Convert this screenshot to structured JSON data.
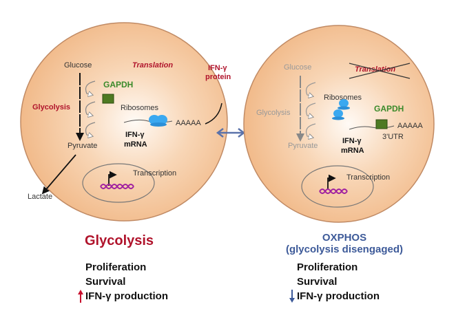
{
  "left_cell": {
    "glucose": "Glucose",
    "translation": "Translation",
    "ifn_protein_line1": "IFN-γ",
    "ifn_protein_line2": "protein",
    "gapdh": "GAPDH",
    "glycolysis": "Glycolysis",
    "ribosomes": "Ribosomes",
    "polya": "AAAAA",
    "mrna_line1": "IFN-γ",
    "mrna_line2": "mRNA",
    "pyruvate": "Pyruvate",
    "transcription": "Transcription",
    "lactate": "Lactate"
  },
  "right_cell": {
    "glucose": "Glucose",
    "translation": "Translation",
    "ribosomes": "Ribosomes",
    "gapdh": "GAPDH",
    "glycolysis": "Glycolysis",
    "polya": "AAAAA",
    "utr": "3'UTR",
    "mrna_line1": "IFN-γ",
    "mrna_line2": "mRNA",
    "pyruvate": "Pyruvate",
    "transcription": "Transcription"
  },
  "left_summary": {
    "title": "Glycolysis",
    "items": [
      "Proliferation",
      "Survival",
      "IFN-γ production"
    ],
    "arrow": "up"
  },
  "right_summary": {
    "title": "OXPHOS",
    "subtitle": "(glycolysis disengaged)",
    "items": [
      "Proliferation",
      "Survival",
      "IFN-γ production"
    ],
    "arrow": "down"
  },
  "colors": {
    "cell": "#f5c49a",
    "red": "#b0132b",
    "blue": "#3d5a99",
    "green": "#3a8a2a",
    "ribosome": "#3aa8f0",
    "dna": "#a020a0"
  }
}
